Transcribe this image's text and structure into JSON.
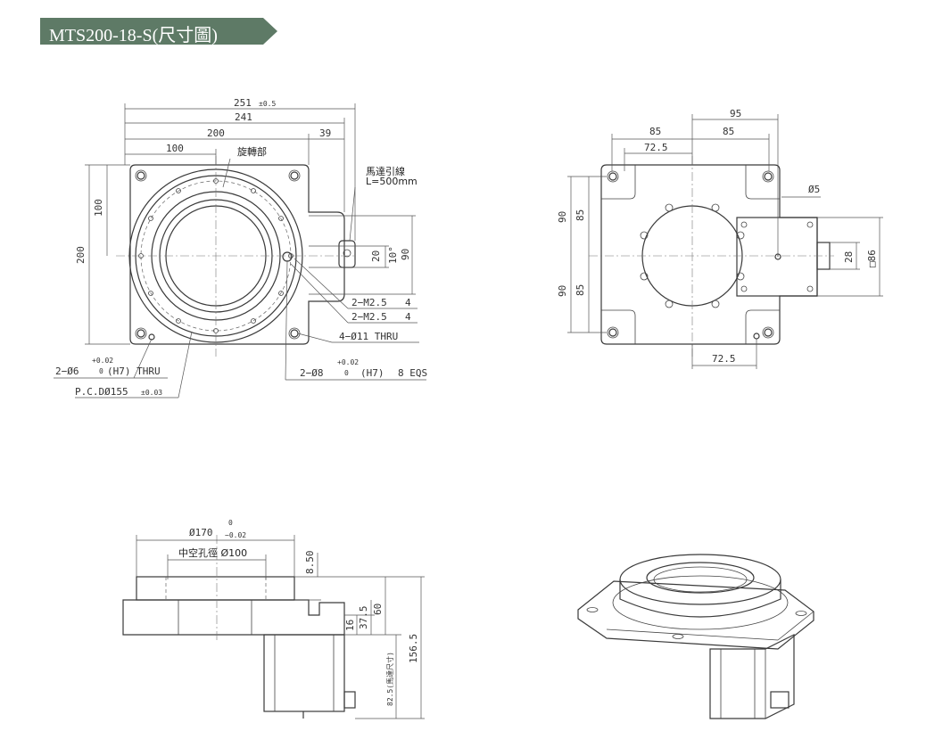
{
  "title": "MTS200-18-S(尺寸圖)",
  "top_view": {
    "dim_251": "251",
    "tol_251": "±0.5",
    "dim_241": "241",
    "dim_200": "200",
    "dim_39": "39",
    "dim_100_h": "100",
    "rotating_part": "旋轉部",
    "motor_lead": "馬達引線",
    "lead_length": "L=500mm",
    "dim_100_v": "100",
    "dim_200_v": "200",
    "dim_20": "20",
    "dim_10": "10°",
    "dim_90": "90",
    "m25_a": "2−M2.5",
    "m25_a_depth": "4",
    "m25_b": "2−M2.5",
    "m25_b_depth": "4",
    "thru_11": "4−Ø11 THRU",
    "pin6_tol_up": "+0.02",
    "pin6_tol_lo": "0",
    "pin6": "2−Ø6",
    "pin6_rest": "(H7) THRU",
    "pin8_tol_up": "+0.02",
    "pin8_tol_lo": "0",
    "pin8": "2−Ø8",
    "pin8_rest": "(H7)",
    "pin8_depth": "8 EQS",
    "pcd": "P.C.DØ155",
    "pcd_tol": "±0.03"
  },
  "bottom_view": {
    "dim_95": "95",
    "dim_85_l": "85",
    "dim_85_r": "85",
    "dim_72_5_t": "72.5",
    "dim_5": "Ø5",
    "dim_90_t": "90",
    "dim_85_t": "85",
    "dim_90_b": "90",
    "dim_85_b": "85",
    "dim_28": "28",
    "dim_86": "□86",
    "dim_72_5_b": "72.5"
  },
  "side_view": {
    "dim_170": "Ø170",
    "tol_170_up": "0",
    "tol_170_lo": "−0.02",
    "bore": "中空孔徑 Ø100",
    "dim_8_50": "8.50",
    "dim_60": "60",
    "dim_37_5": "37.5",
    "dim_16": "16",
    "dim_156_5": "156.5",
    "dim_82_5": "82.5(馬達尺寸)"
  },
  "colors": {
    "banner": "#5e7a66",
    "line": "#3a3a3a"
  }
}
